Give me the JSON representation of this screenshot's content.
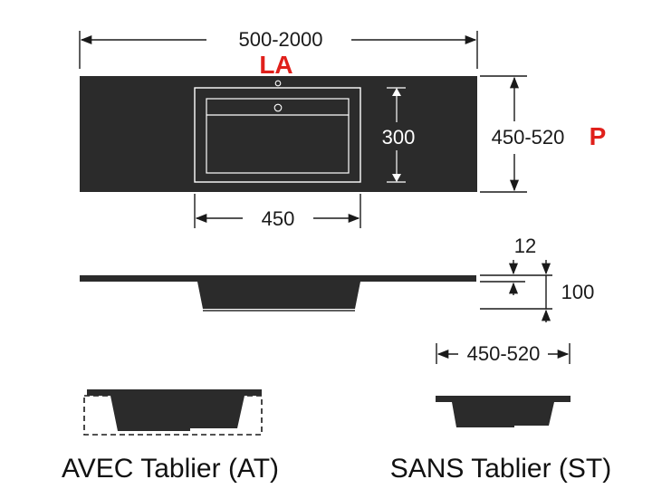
{
  "colors": {
    "surface": "#2b2b2b",
    "accent": "#e0201b",
    "line": "#1a1a1a",
    "background": "#ffffff"
  },
  "top_view": {
    "width_label": "500-2000",
    "la_marker": "LA",
    "depth_label": "450-520",
    "p_marker": "P",
    "basin_depth_label": "300",
    "basin_width_label": "450"
  },
  "side_view": {
    "thickness_label": "12",
    "height_label": "100"
  },
  "section_view": {
    "width_label": "450-520",
    "avec_caption": "AVEC Tablier (AT)",
    "sans_caption": "SANS Tablier (ST)"
  }
}
